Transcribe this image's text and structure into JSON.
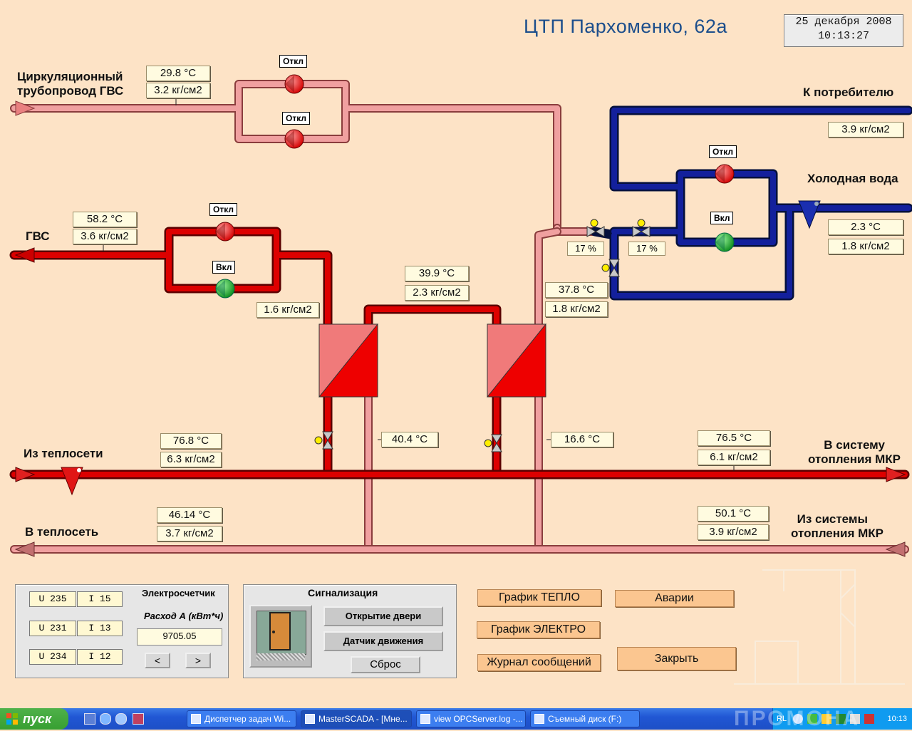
{
  "title": "ЦТП Пархоменко, 62а",
  "clock": {
    "date": "25 декабря 2008",
    "time": "10:13:27"
  },
  "labels": {
    "circ_line1": "Циркуляционный",
    "circ_line2": "трубопровод ГВС",
    "gvs": "ГВС",
    "consumer": "К потребителю",
    "cold_water": "Холодная вода",
    "from_heat": "Из теплосети",
    "to_heat": "В теплосеть",
    "to_system_1": "В систему",
    "to_system_2": "отопления МКР",
    "from_system_1": "Из системы",
    "from_system_2": "отопления МКР"
  },
  "readings": {
    "circ_temp": "29.8 °C",
    "circ_press": "3.2 кг/см2",
    "gvs_temp": "58.2 °C",
    "gvs_press": "3.6 кг/см2",
    "gvs_pump_press": "1.6 кг/см2",
    "hx_temp": "39.9 °C",
    "hx_press": "2.3 кг/см2",
    "mix_temp": "37.8 °C",
    "mix_press": "1.8 кг/см2",
    "consumer_press": "3.9 кг/см2",
    "cold_temp": "2.3 °C",
    "cold_press": "1.8 кг/см2",
    "hx1_return_temp": "40.4 °C",
    "hx2_return_temp": "16.6 °C",
    "from_heat_temp": "76.8 °C",
    "from_heat_press": "6.3 кг/см2",
    "to_sys_temp": "76.5 °C",
    "to_sys_press": "6.1 кг/см2",
    "to_heat_temp": "46.14 °C",
    "to_heat_press": "3.7 кг/см2",
    "from_sys_temp": "50.1 °C",
    "from_sys_press": "3.9 кг/см2",
    "valve1_pct": "17 %",
    "valve2_pct": "17 %"
  },
  "pumps": {
    "circ_top": "Откл",
    "circ_bottom": "Откл",
    "gvs_top": "Откл",
    "gvs_bottom": "Вкл",
    "cold_top": "Откл",
    "cold_bottom": "Вкл"
  },
  "meter": {
    "title": "Электросчетчик",
    "consumption_label": "Расход А (кВт*ч)",
    "value": "9705.05",
    "prev": "<",
    "next": ">",
    "phases": [
      {
        "u": "U 235",
        "i": "I 15",
        "color": "#ffff00"
      },
      {
        "u": "U 231",
        "i": "I 13",
        "color": "#139a2c"
      },
      {
        "u": "U 234",
        "i": "I 12",
        "color": "#ff1010"
      }
    ]
  },
  "alarm": {
    "title": "Сигнализация",
    "door": "Открытие двери",
    "motion": "Датчик движения",
    "reset": "Сброс"
  },
  "nav": {
    "heat_chart": "График ТЕПЛО",
    "alarms": "Аварии",
    "elec_chart": "График ЭЛЕКТРО",
    "log": "Журнал сообщений",
    "close": "Закрыть"
  },
  "taskbar": {
    "start": "пуск",
    "tasks": [
      "Диспетчер задач Wi...",
      "MasterSCADA - [Мне...",
      "view OPCServer.log -...",
      "Съемный диск (F:)"
    ],
    "lang": "RL",
    "time": "10:13"
  },
  "watermark": "ПРОМОНА"
}
